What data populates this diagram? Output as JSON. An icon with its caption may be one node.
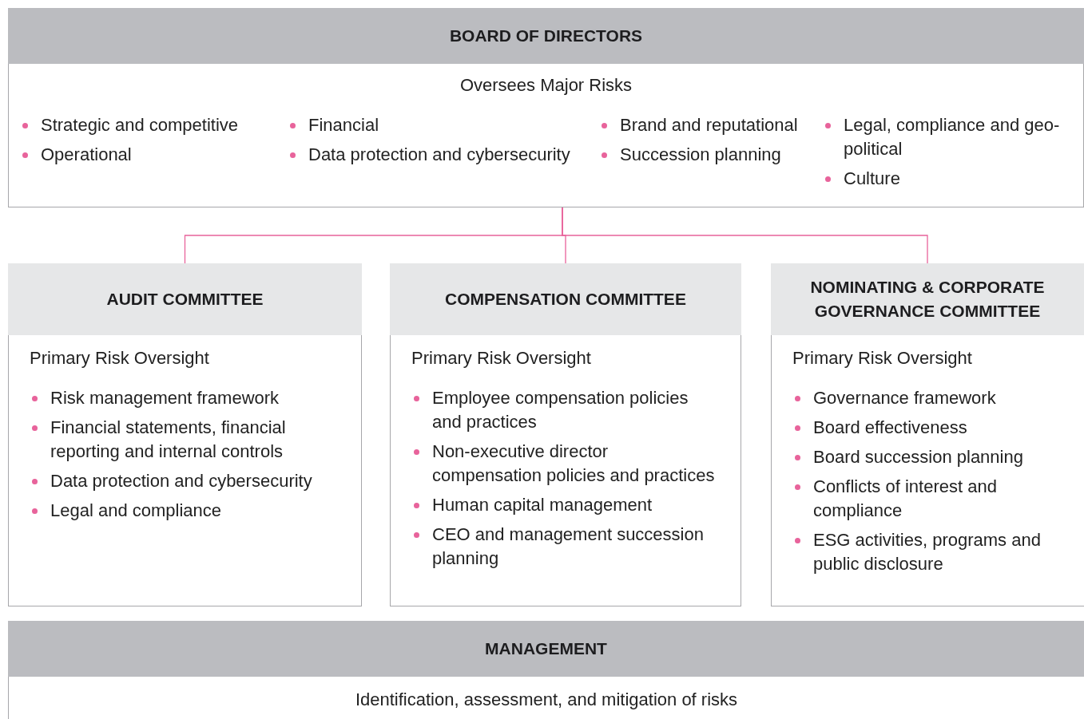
{
  "diagram": {
    "nodes": [
      {
        "text": [
          "BOARD OF DIRECTORS",
          "Oversees Major Risks",
          "Strategic and competitive",
          "Operational",
          "Financial",
          "Data protection and cybersecurity",
          "Brand and reputational",
          "Succession planning",
          "Legal, compliance and geo-political",
          "Culture"
        ]
      },
      {
        "text": [
          "AUDIT COMMITTEE",
          "Primary Risk Oversight",
          "Risk management framework",
          "Financial statements, financial reporting and internal controls",
          "Data protection and cybersecurity",
          "Legal and compliance"
        ]
      },
      {
        "text": [
          "COMPENSATION COMMITTEE",
          "Primary Risk Oversight",
          "Employee compensation policies and practices",
          "Non-executive director compensation policies and practices",
          "Human capital management",
          "CEO and management succession planning"
        ]
      },
      {
        "text": [
          "NOMINATING & CORPORATE GOVERNANCE COMMITTEE",
          "Primary Risk Oversight",
          "Governance framework",
          "Board effectiveness",
          "Board succession planning",
          "Conflicts of interest and compliance",
          "ESG activities, programs and public disclosure"
        ]
      },
      {
        "text": [
          "MANAGEMENT",
          "Identification, assessment, and mitigation of risks"
        ]
      }
    ],
    "edges": [
      {
        "from": 0,
        "to": 1,
        "arrow": "none"
      },
      {
        "from": 0,
        "to": 2,
        "arrow": "none"
      },
      {
        "from": 0,
        "to": 3,
        "arrow": "none"
      }
    ]
  }
}
